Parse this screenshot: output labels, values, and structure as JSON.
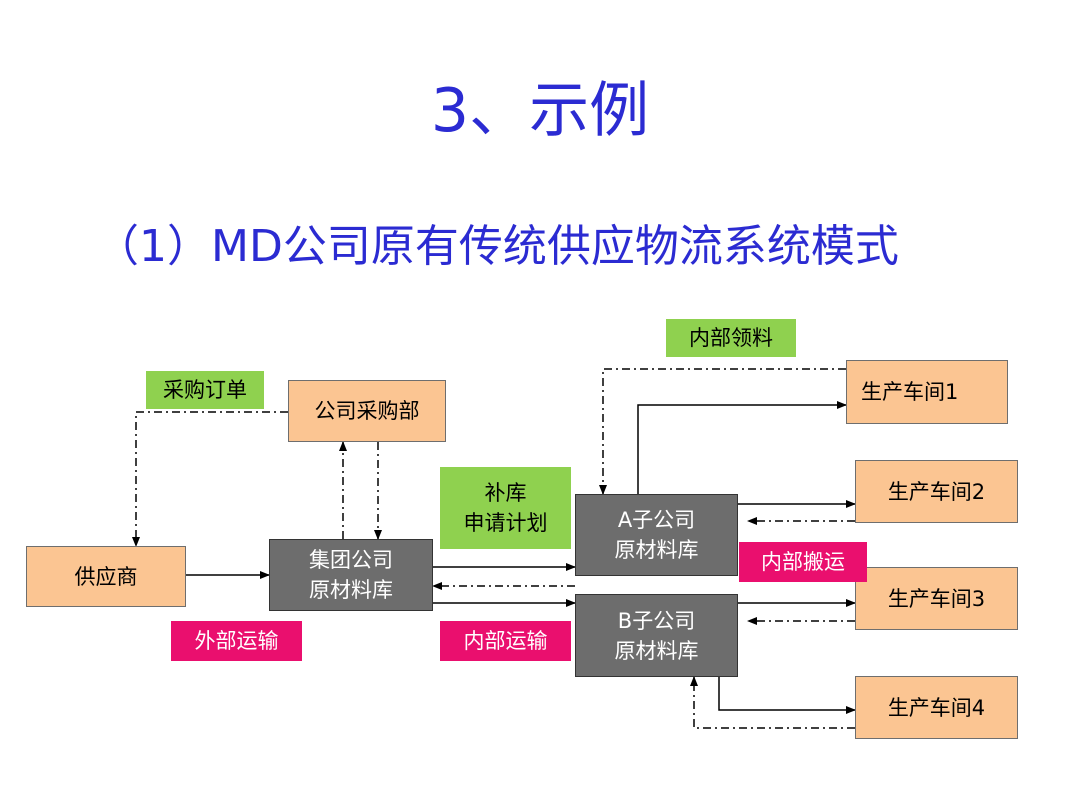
{
  "title": "3、示例",
  "subtitle": "（1）MD公司原有传统供应物流系统模式",
  "colors": {
    "heading": "#2b2bd2",
    "node": "#fbc592",
    "warehouse": "#6d6d6d",
    "info_label": "#8fd14f",
    "transport_label": "#ea0f6e"
  },
  "nodes": {
    "supplier": "供应商",
    "purchasing": "公司采购部",
    "group_warehouse": "集团公司\n原材料库",
    "a_warehouse": "A子公司\n原材料库",
    "b_warehouse": "B子公司\n原材料库",
    "workshop1": "生产车间1",
    "workshop2": "生产车间2",
    "workshop3": "生产车间3",
    "workshop4": "生产车间4"
  },
  "labels": {
    "purchase_order": "采购订单",
    "internal_requisition": "内部领料",
    "replenish_plan": "补库\n申请计划",
    "external_transport": "外部运输",
    "internal_transport": "内部运输",
    "internal_handling": "内部搬运"
  }
}
